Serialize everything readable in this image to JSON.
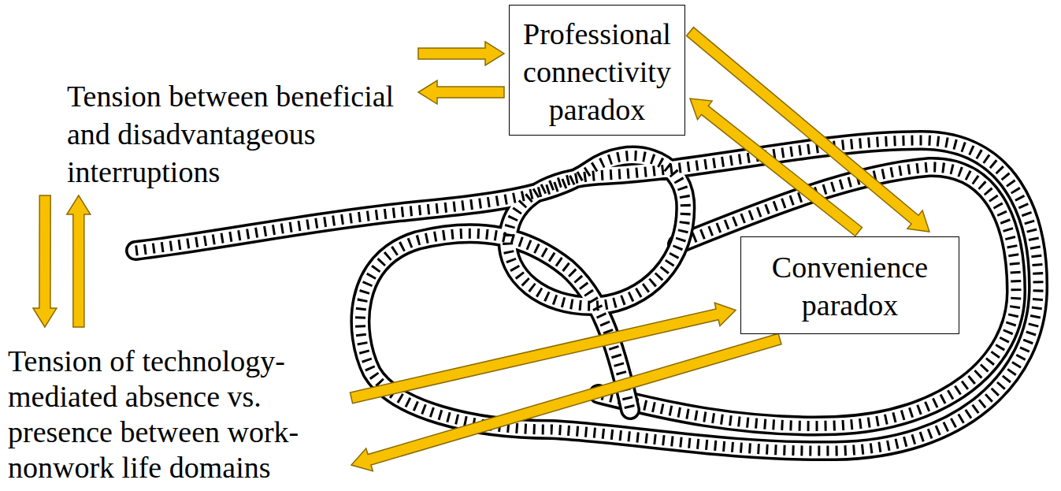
{
  "diagram": {
    "nodes": [
      {
        "text": [
          "Professional connectivity paradox"
        ]
      },
      {
        "text": [
          "Tension between beneficial and disadvantageous interruptions"
        ]
      },
      {
        "text": [
          "Convenience paradox"
        ]
      },
      {
        "text": [
          "Tension of technology-mediated absence vs. presence between work-nonwork life domains"
        ]
      }
    ],
    "edges": [
      {
        "from": 1,
        "to": 0,
        "arrow": "to"
      },
      {
        "from": 0,
        "to": 1,
        "arrow": "to"
      },
      {
        "from": 0,
        "to": 2,
        "arrow": "to"
      },
      {
        "from": 2,
        "to": 0,
        "arrow": "to"
      },
      {
        "from": 1,
        "to": 3,
        "arrow": "to"
      },
      {
        "from": 3,
        "to": 1,
        "arrow": "to"
      },
      {
        "from": 3,
        "to": 2,
        "arrow": "to"
      },
      {
        "from": 2,
        "to": 3,
        "arrow": "to"
      }
    ]
  }
}
